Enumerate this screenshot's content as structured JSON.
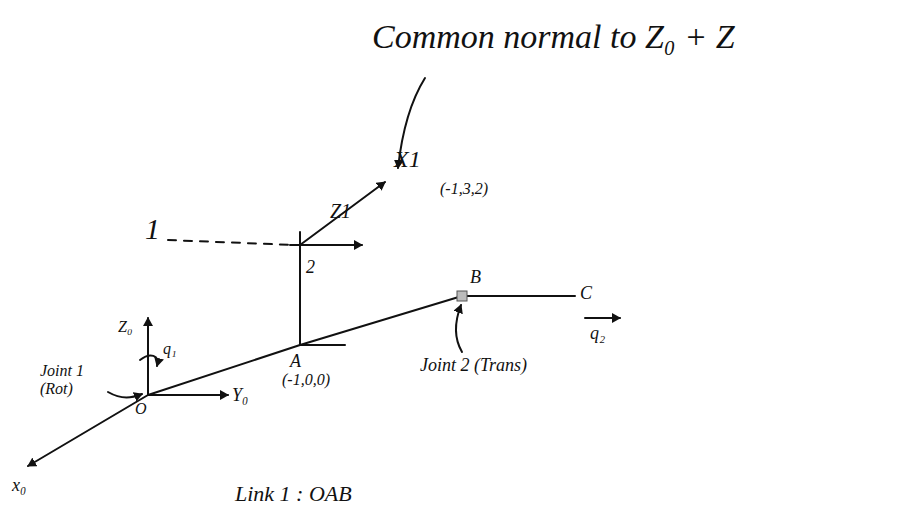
{
  "diagram": {
    "labels": [
      "Common normal to Z₀ + Z",
      "X1",
      "(-1,3,2)",
      "1",
      "2",
      "Z1",
      "B",
      "C",
      "A",
      "(-1,0,0)",
      "Joint 2 (Trans)",
      "q₂",
      "Z₀",
      "q₁",
      "Joint 1 (Rot)",
      "O",
      "Y₀",
      "x₀",
      "Link 1 : OAB"
    ]
  }
}
